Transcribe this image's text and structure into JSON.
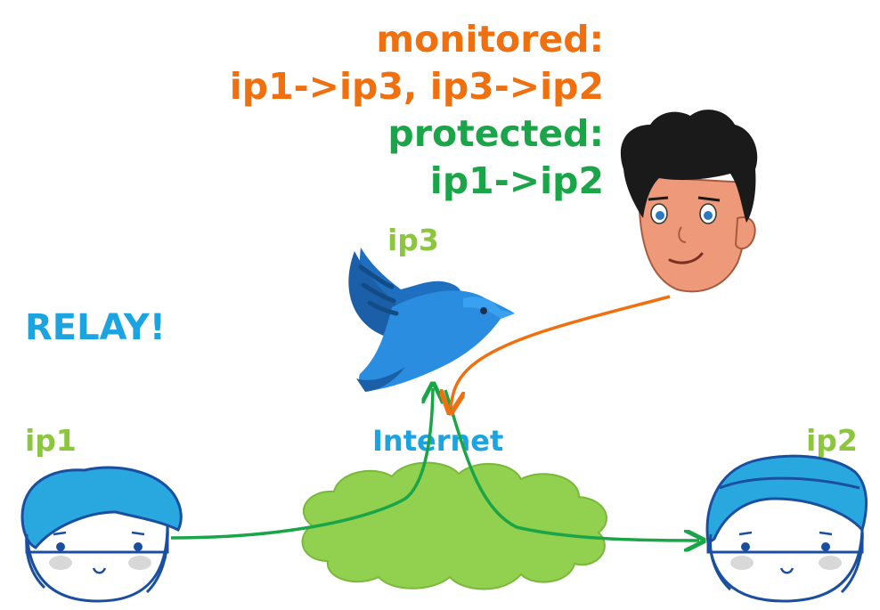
{
  "labels": {
    "monitored_title": "monitored:",
    "monitored_flows": "ip1->ip3, ip3->ip2",
    "protected_title": "protected:",
    "protected_flows": "ip1->ip2",
    "relay": "RELAY!",
    "ip1": "ip1",
    "ip2": "ip2",
    "ip3": "ip3",
    "internet": "Internet"
  },
  "colors": {
    "monitored": "#f07010",
    "protected": "#1aa548",
    "relay": "#1ba4e0",
    "ip_label": "#8cc63f",
    "internet_label": "#1ba4e0",
    "cloud": "#92d050",
    "user_hair": "#29a8e0",
    "bird": "#2a8de0",
    "observer_skin": "#ee9a7a",
    "observer_hair": "#1a1a1a",
    "path_green": "#1aa548",
    "path_orange": "#f07010"
  },
  "icons": [
    "user-ip1-icon",
    "user-ip2-icon",
    "bird-relay-icon",
    "observer-face-icon",
    "internet-cloud-icon"
  ]
}
